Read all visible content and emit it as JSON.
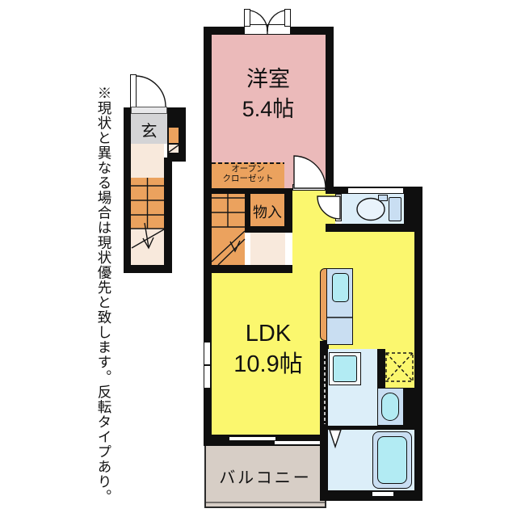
{
  "plan": {
    "note": "※現状と異なる場合は現状優先と致します。反転タイプあり。",
    "rooms": {
      "western": {
        "name": "洋室",
        "size": "5.4帖"
      },
      "ldk": {
        "name": "LDK",
        "size": "10.9帖"
      },
      "balcony": "バルコニー",
      "entrance": "玄",
      "storage": "物入",
      "open_closet_line1": "オープン",
      "open_closet_line2": "クローゼット"
    },
    "colors": {
      "wall": "#0f0f0f",
      "western_room": "#ebbaba",
      "ldk_yellow": "#fbf76e",
      "stairs_closet_orange": "#eba25e",
      "hallway_cream": "#f8e9dc",
      "entrance_gray": "#d4d4d6",
      "wet_area_blue": "#dceef9",
      "fixture_blue": "#c9def2",
      "basin_teal": "#b2ebf3",
      "balcony_gray": "#d7cec6"
    }
  }
}
